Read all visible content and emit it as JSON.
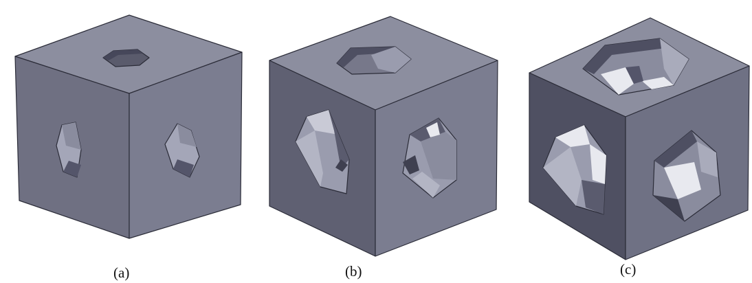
{
  "panels": [
    {
      "caption": "(a)",
      "hole": "small"
    },
    {
      "caption": "(b)",
      "hole": "medium"
    },
    {
      "caption": "(c)",
      "hole": "large"
    }
  ],
  "colors": {
    "top_face": "#8c8e9f",
    "left_face": "#676879",
    "right_face": "#7b7d90",
    "inner_light": "#a9abbb",
    "inner_mid": "#8a8c9e",
    "inner_dark": "#4b4c5c",
    "edge": "#2b2c38"
  }
}
